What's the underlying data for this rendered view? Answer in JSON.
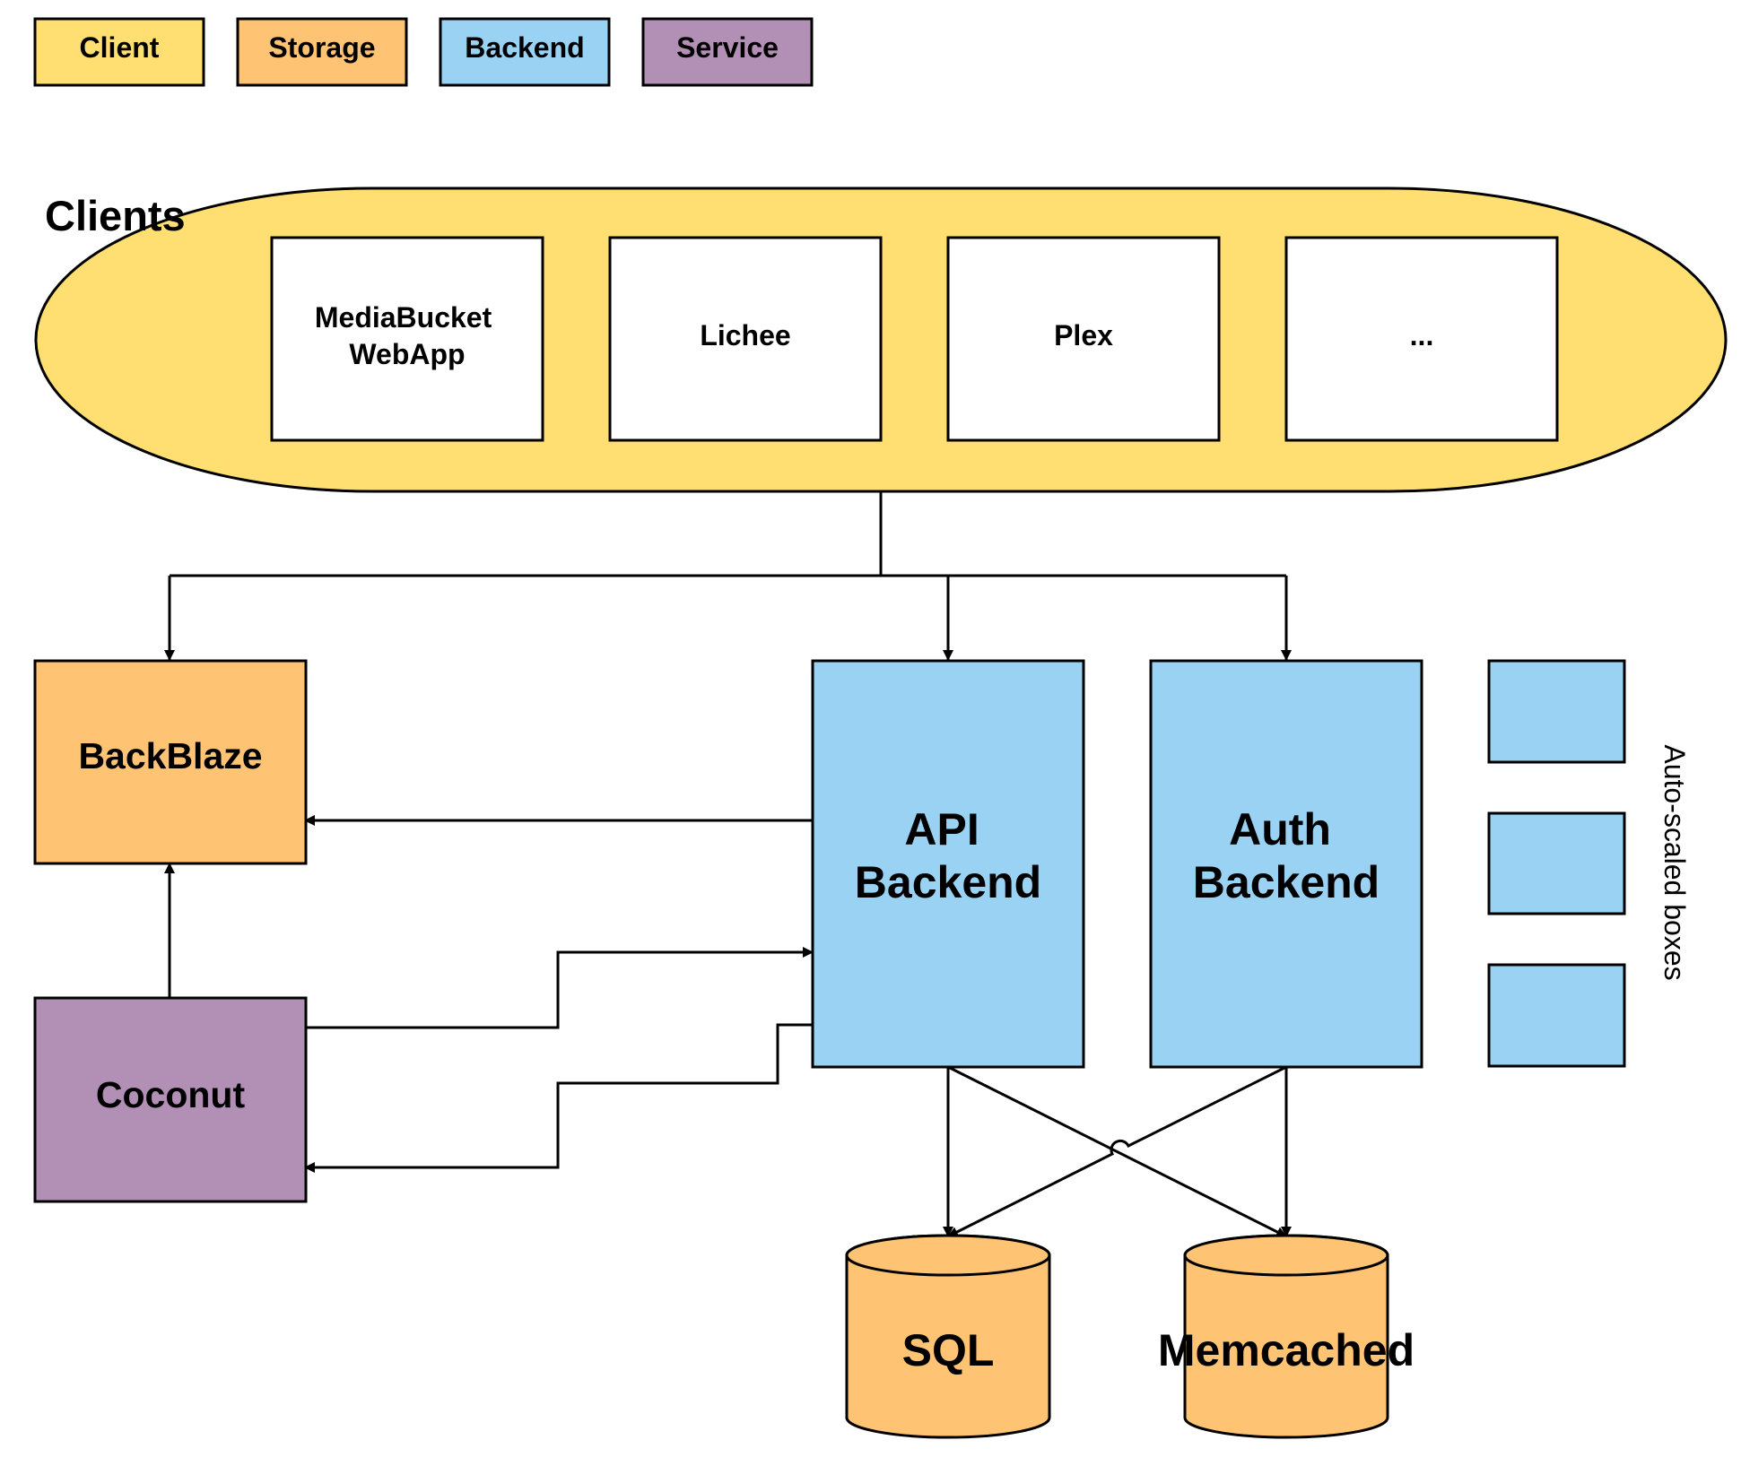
{
  "colors": {
    "client": "#FFDF71",
    "storage": "#FFC374",
    "backend": "#9AD2F4",
    "service": "#B290B5",
    "box_white": "#FFFFFF",
    "line": "#000000"
  },
  "legend": [
    {
      "id": "client",
      "label": "Client"
    },
    {
      "id": "storage",
      "label": "Storage"
    },
    {
      "id": "backend",
      "label": "Backend"
    },
    {
      "id": "service",
      "label": "Service"
    }
  ],
  "clients_group": {
    "title": "Clients",
    "items": [
      {
        "line1": "MediaBucket",
        "line2": "WebApp"
      },
      {
        "line1": "Lichee",
        "line2": ""
      },
      {
        "line1": "Plex",
        "line2": ""
      },
      {
        "line1": "...",
        "line2": ""
      }
    ]
  },
  "nodes": {
    "backblaze": "BackBlaze",
    "coconut": "Coconut",
    "api_backend": {
      "line1": "API",
      "line2": "Backend"
    },
    "auth_backend": {
      "line1": "Auth",
      "line2": "Backend"
    },
    "sql": "SQL",
    "memcached": "Memcached"
  },
  "auto_scaled": {
    "label": "Auto-scaled boxes",
    "count": 3
  }
}
